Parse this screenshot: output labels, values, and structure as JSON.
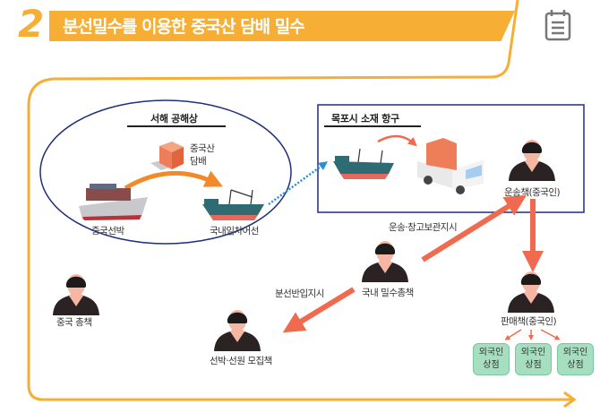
{
  "header": {
    "number": "2",
    "title": "분선밀수를 이용한 중국산 담배 밀수",
    "icon": "notepad-icon"
  },
  "sea_zone": {
    "title": "서해 공해상",
    "cargo_label": "중국산\n담배",
    "cargo_line1": "중국산",
    "cargo_line2": "담배",
    "chinese_ship": "중국선박",
    "domestic_boat": "국내임차어선"
  },
  "port_zone": {
    "title": "목포시 소재 항구",
    "transporter": "운송책(중국인)"
  },
  "people": {
    "china_boss": "중국 총책",
    "domestic_boss": "국내 밀수총책",
    "recruiter": "선박·선원 모집책",
    "seller": "판매책(중국인)"
  },
  "instructions": {
    "transport": "운송·창고보관지시",
    "unload": "분선반입지시"
  },
  "shops": [
    {
      "line1": "외국인",
      "line2": "상점"
    },
    {
      "line1": "외국인",
      "line2": "상점"
    },
    {
      "line1": "외국인",
      "line2": "상점"
    }
  ],
  "colors": {
    "accent": "#f6ae35",
    "arrow": "#ef6a4f",
    "navy": "#1f2f7a",
    "shop": "#a6dfbf"
  }
}
